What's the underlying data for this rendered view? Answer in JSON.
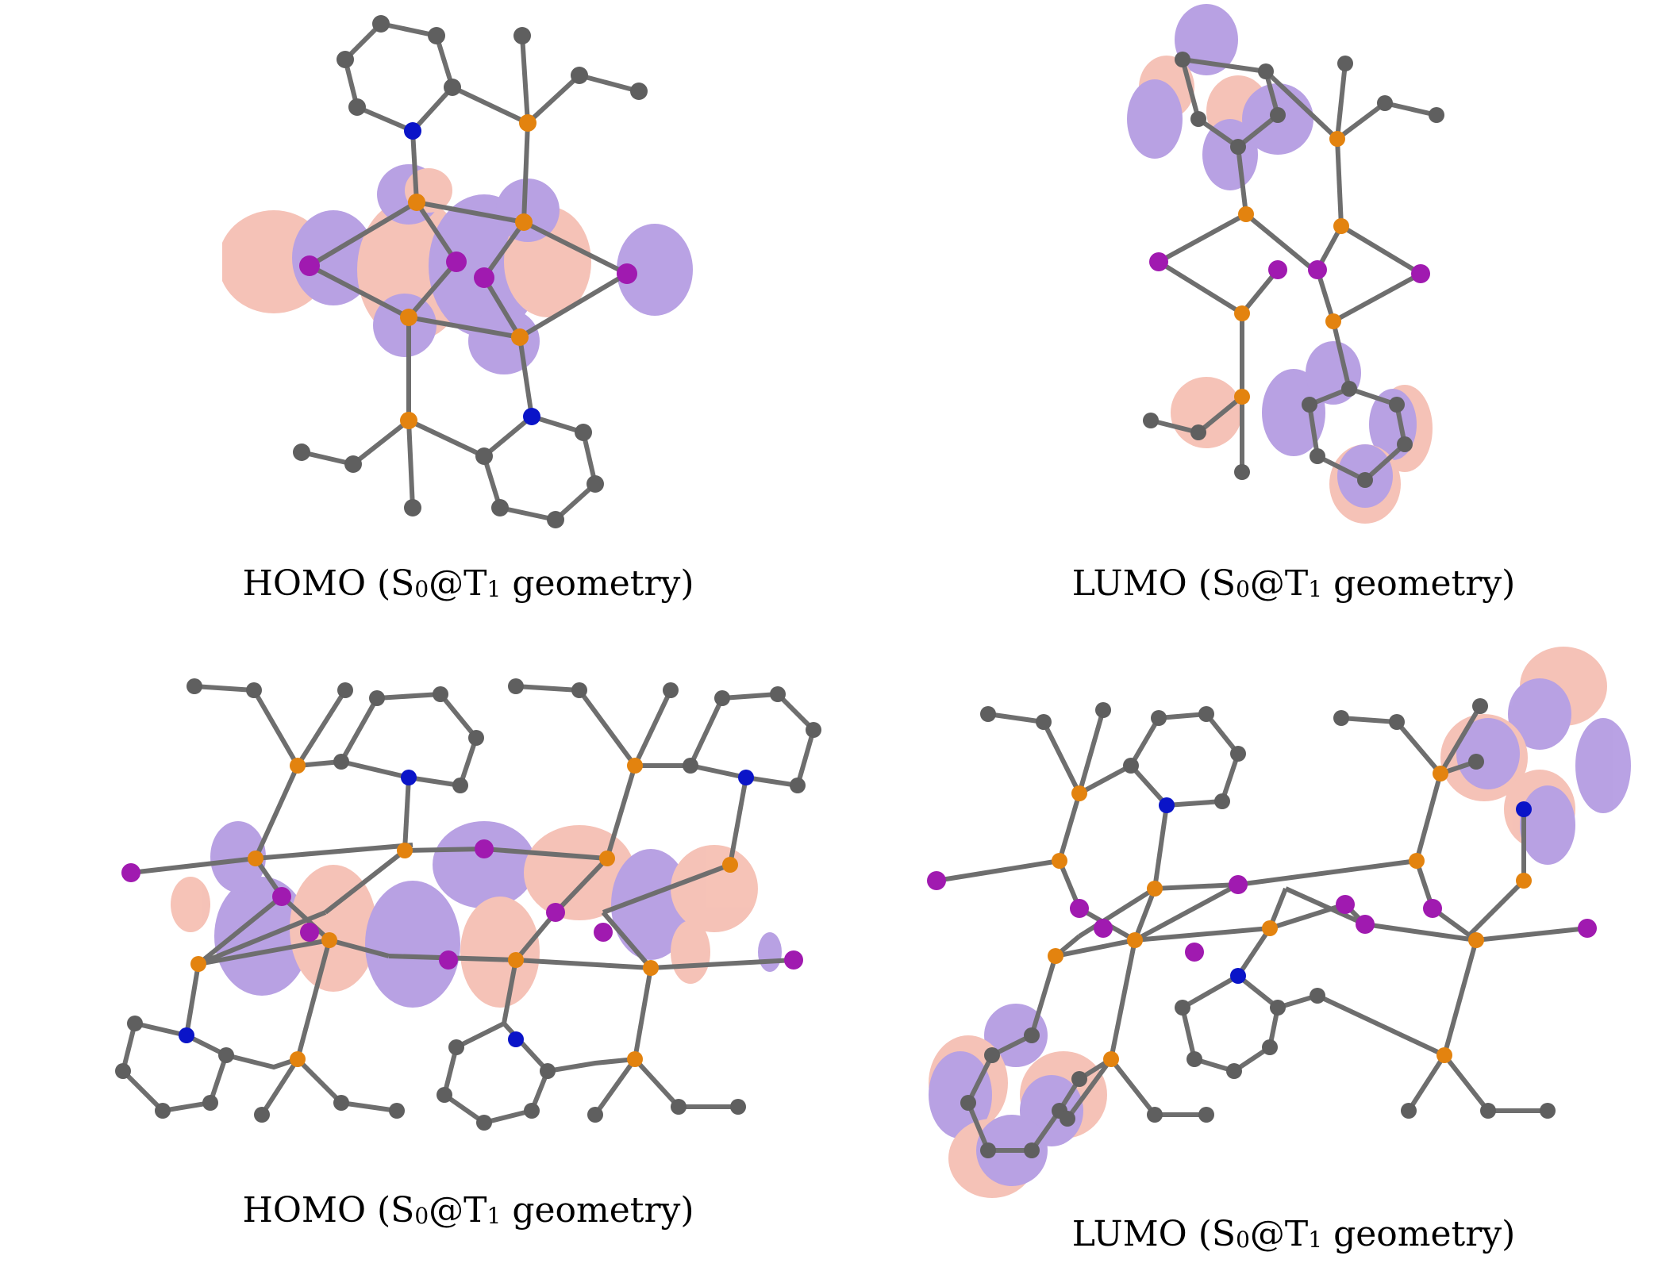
{
  "colors": {
    "carbon": "#5f5f5f",
    "nitrogen": "#0a14c8",
    "phosphorus_or_metal": "#e3830f",
    "iodine": "#a01ab0",
    "bond": "#6e6e6e",
    "orbital_positive": "#f2a999",
    "orbital_negative": "#9b7ad8"
  },
  "panels": [
    {
      "id": "homo-monomer",
      "caption": {
        "orbital": "HOMO",
        "state_a": "S",
        "sub_a": "0",
        "at": "@",
        "state_b": "T",
        "sub_b": "1",
        "suffix": "geometry"
      }
    },
    {
      "id": "lumo-monomer",
      "caption": {
        "orbital": "LUMO",
        "state_a": "S",
        "sub_a": "0",
        "at": "@",
        "state_b": "T",
        "sub_b": "1",
        "suffix": "geometry"
      }
    },
    {
      "id": "homo-dimer",
      "caption": {
        "orbital": "HOMO",
        "state_a": "S",
        "sub_a": "0",
        "at": "@",
        "state_b": "T",
        "sub_b": "1",
        "suffix": "geometry"
      }
    },
    {
      "id": "lumo-dimer",
      "caption": {
        "orbital": "LUMO",
        "state_a": "S",
        "sub_a": "0",
        "at": "@",
        "state_b": "T",
        "sub_b": "1",
        "suffix": "geometry"
      }
    }
  ]
}
